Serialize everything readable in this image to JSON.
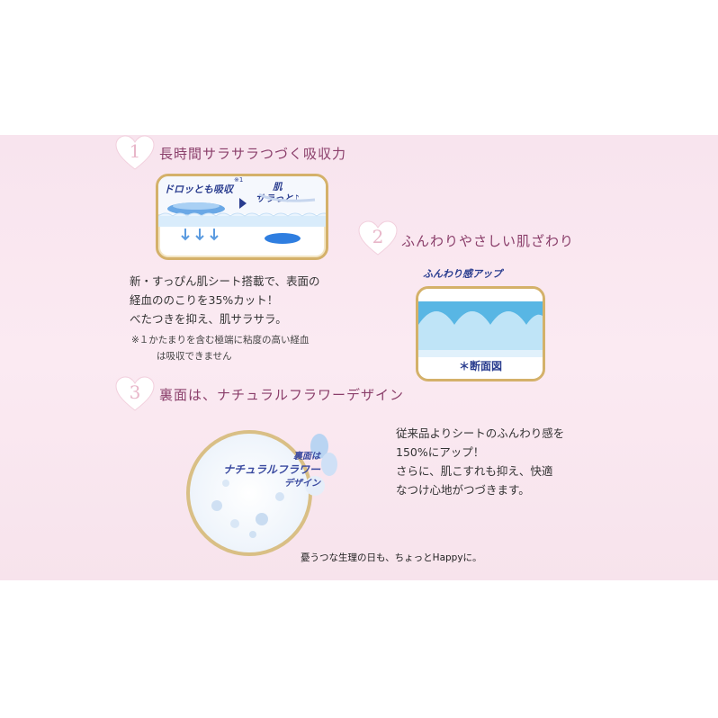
{
  "features": [
    {
      "num": "1",
      "title": "長時間サラサラつづく吸収力"
    },
    {
      "num": "2",
      "title": "ふんわりやさしい肌ざわり"
    },
    {
      "num": "3",
      "title": "裏面は、ナチュラルフラワーデザイン"
    }
  ],
  "card1": {
    "label_absorb": "ドロッとも吸収",
    "footnote_mark": "※1",
    "label_dry": "肌\nサラっと♪"
  },
  "card2": {
    "label_fluffy": "ふんわり感アップ",
    "caption": "＊断面図"
  },
  "text1": {
    "lines": [
      "新・すっぴん肌シート搭載で、表面の",
      "経血ののこりを35%カット！",
      "べたつきを抑え、肌サラサラ。"
    ],
    "note_lines": [
      "※１かたまりを含む極端に粘度の高い経血",
      "は吸収できません"
    ]
  },
  "text2": {
    "lines": [
      "従来品よりシートのふんわり感を",
      "150%にアップ！",
      "さらに、肌こすれも抑え、快適",
      "なつけ心地がつづきます。"
    ]
  },
  "badge3": {
    "line1": "裏面は",
    "line2": "ナチュラルフラワー",
    "line3": "デザイン"
  },
  "tagline": "憂うつな生理の日も、ちょっとHappyに。",
  "colors": {
    "band": "#f8e4ee",
    "heading": "#8a3e6a",
    "accent_blue": "#2a3d8f",
    "gold": "#d4b16a"
  }
}
